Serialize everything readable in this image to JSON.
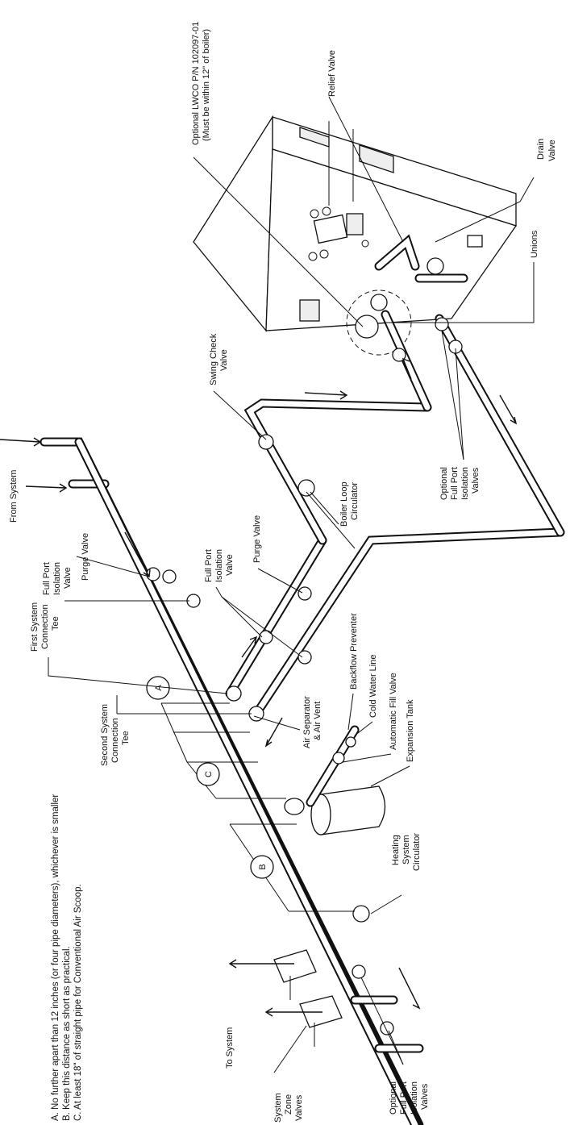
{
  "notes": [
    "A. No further apart than 12 inches (or four pipe diameters), whichever is smaller",
    "B. Keep this distance as short as practical.",
    "C. At least 18\" of straight pipe for Conventional Air Scoop."
  ],
  "labels": {
    "from_system": "From System",
    "to_system": "To System",
    "purge_valve_1": "Purge Valve",
    "full_port_isolation_valve_1": [
      "Full Port",
      "Isolation",
      "Valve"
    ],
    "first_system_connection_tee": [
      "First System",
      "Connection",
      "Tee"
    ],
    "second_system_connection_tee": [
      "Second System",
      "Connection",
      "Tee"
    ],
    "full_port_isolation_valve_2": [
      "Full Port",
      "Isolation",
      "Valve"
    ],
    "purge_valve_2": "Purge Valve",
    "boiler_loop_circulator": [
      "Boiler Loop",
      "Circulator"
    ],
    "swing_check_valve": [
      "Swing Check",
      "Valve"
    ],
    "optional_lwco": [
      "Optional LWCO P/N 102097-01",
      "(Must be within 12\" of boiler)"
    ],
    "relief_valve": "Relief Valve",
    "drain_valve": [
      "Drain",
      "Valve"
    ],
    "unions": "Unions",
    "optional_full_port_isolation_valves_1": [
      "Optional",
      "Full Port",
      "Isolation",
      "Valves"
    ],
    "air_separator": [
      "Air Separator",
      "& Air Vent"
    ],
    "backflow_preventer": "Backflow Preventer",
    "cold_water_line": "Cold Water Line",
    "automatic_fill_valve": "Automatic Fill Valve",
    "expansion_tank": "Expansion Tank",
    "heating_system_circulator": [
      "Heating",
      "System",
      "Circulator"
    ],
    "system_zone_valves": [
      "System",
      "Zone",
      "Valves"
    ],
    "optional_full_port_isolation_valves_2": [
      "Optional",
      "Full Port",
      "Isolation",
      "Valves"
    ],
    "callout_a": "A",
    "callout_b": "B",
    "callout_c": "C"
  }
}
